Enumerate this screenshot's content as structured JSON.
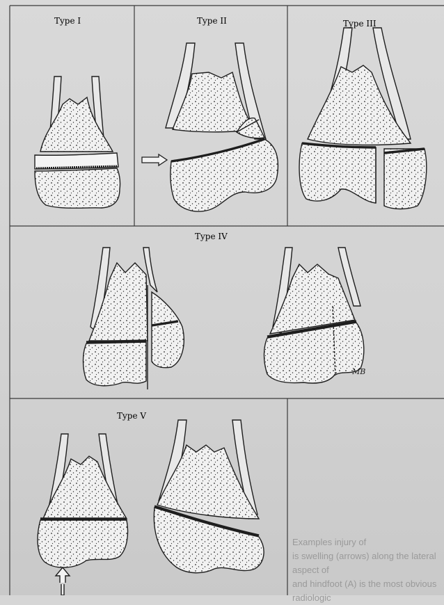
{
  "figure": {
    "labels": {
      "type1": "Type I",
      "type2": "Type II",
      "type3": "Type III",
      "type4": "Type IV",
      "type5": "Type V"
    },
    "signature": "MB"
  },
  "background_text": {
    "line1": "Examples injury of",
    "line2": "is swelling (arrows) along the lateral aspect of",
    "line3": "and hindfoot (A) is the most obvious radiologic"
  }
}
